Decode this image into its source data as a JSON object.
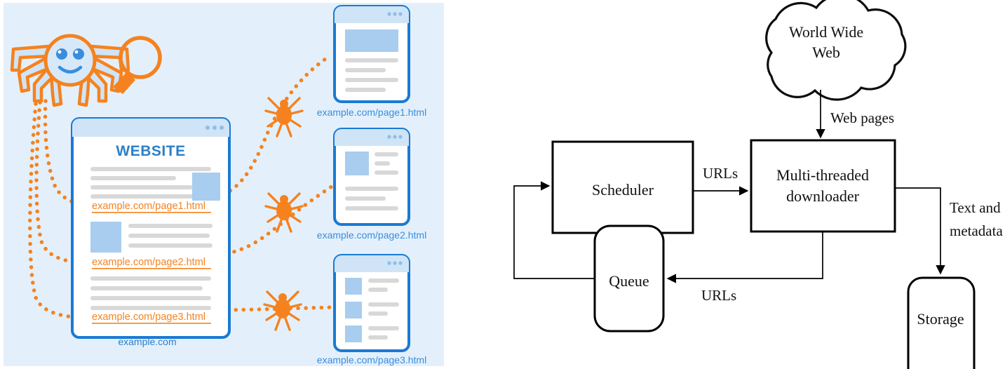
{
  "left_illustration": {
    "name": "web-crawler-spider-illustration",
    "background_color": "#e3f0fb",
    "accent_orange": "#f5821f",
    "accent_blue": "#2b7fc9",
    "website_card": {
      "title": "WEBSITE",
      "caption": "example.com",
      "links": [
        "example.com/page1.html",
        "example.com/page2.html",
        "example.com/page3.html"
      ]
    },
    "page_thumbnails": [
      {
        "caption": "example.com/page1.html",
        "layout": "hero-image-plus-text-lines"
      },
      {
        "caption": "example.com/page2.html",
        "layout": "image-left-with-text-then-lines"
      },
      {
        "caption": "example.com/page3.html",
        "layout": "list-of-three-items"
      }
    ],
    "icons": {
      "spider": "spider-icon",
      "magnifier": "magnifying-glass-icon",
      "crawl_spiders": [
        "crawl-spider-icon",
        "crawl-spider-icon",
        "crawl-spider-icon"
      ]
    }
  },
  "right_diagram": {
    "name": "web-crawler-architecture-diagram",
    "nodes": [
      {
        "id": "www",
        "label": "World Wide\nWeb",
        "line1": "World Wide",
        "line2": "Web",
        "shape": "cloud"
      },
      {
        "id": "scheduler",
        "label": "Scheduler",
        "line1": "Scheduler",
        "line2": "",
        "shape": "rect"
      },
      {
        "id": "queue",
        "label": "Queue",
        "line1": "Queue",
        "line2": "",
        "shape": "rounded-rect"
      },
      {
        "id": "downloader",
        "label": "Multi-threaded downloader",
        "line1": "Multi-threaded",
        "line2": "downloader",
        "shape": "rect"
      },
      {
        "id": "storage",
        "label": "Storage",
        "line1": "Storage",
        "line2": "",
        "shape": "rounded-rect"
      }
    ],
    "edges": [
      {
        "from": "www",
        "to": "downloader",
        "label": "Web pages",
        "label_line1": "Web pages",
        "label_line2": ""
      },
      {
        "from": "scheduler",
        "to": "downloader",
        "label": "URLs",
        "label_line1": "URLs",
        "label_line2": ""
      },
      {
        "from": "downloader",
        "to": "queue",
        "label": "URLs",
        "label_line1": "URLs",
        "label_line2": ""
      },
      {
        "from": "queue",
        "to": "scheduler",
        "label": "",
        "label_line1": "",
        "label_line2": ""
      },
      {
        "from": "downloader",
        "to": "storage",
        "label": "Text and metadata",
        "label_line1": "Text and",
        "label_line2": "metadata"
      }
    ]
  }
}
